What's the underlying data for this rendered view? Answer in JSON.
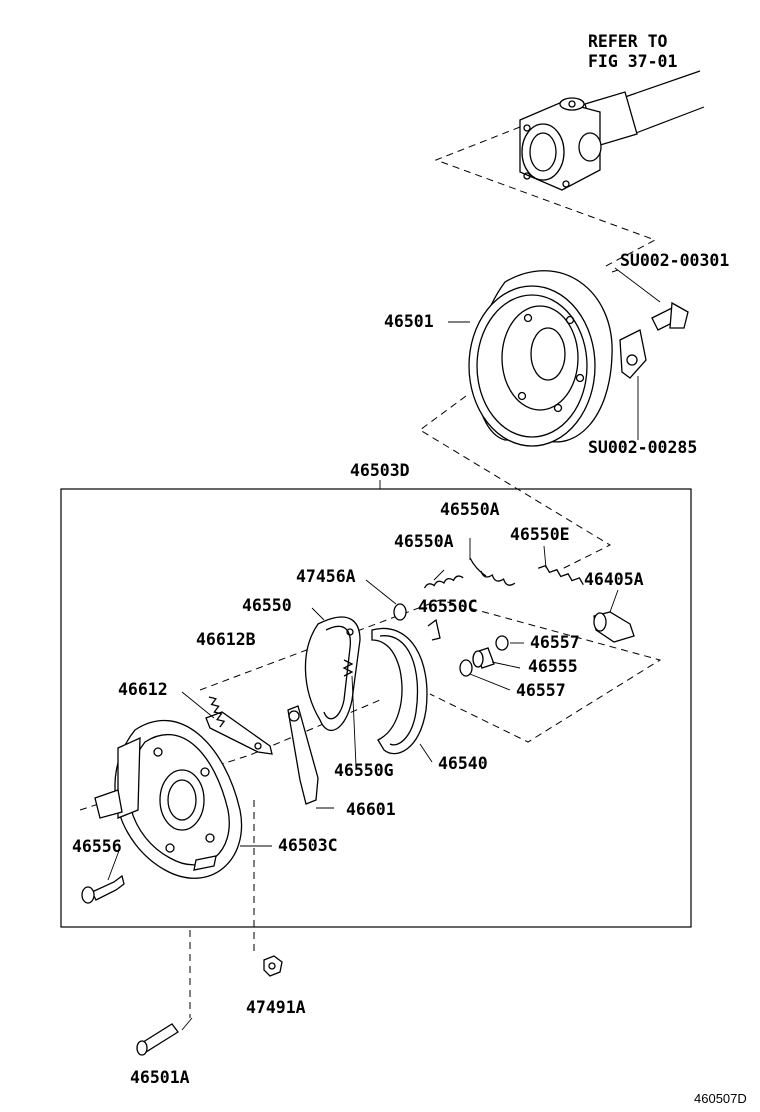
{
  "diagram": {
    "refer_line1": "REFER TO",
    "refer_line2": "FIG 37-01",
    "figure_code": "460507D",
    "labels": {
      "p_su00200301": "SU002-00301",
      "p_46501": "46501",
      "p_su00200285": "SU002-00285",
      "p_46503d": "46503D",
      "p_46550a_1": "46550A",
      "p_46550a_2": "46550A",
      "p_46550e": "46550E",
      "p_47456a": "47456A",
      "p_46405a": "46405A",
      "p_46550": "46550",
      "p_46550c": "46550C",
      "p_46612b": "46612B",
      "p_46557_1": "46557",
      "p_46555": "46555",
      "p_46612": "46612",
      "p_46557_2": "46557",
      "p_46550g": "46550G",
      "p_46540": "46540",
      "p_46601": "46601",
      "p_46556": "46556",
      "p_46503c": "46503C",
      "p_47491a": "47491A",
      "p_46501a": "46501A"
    }
  }
}
